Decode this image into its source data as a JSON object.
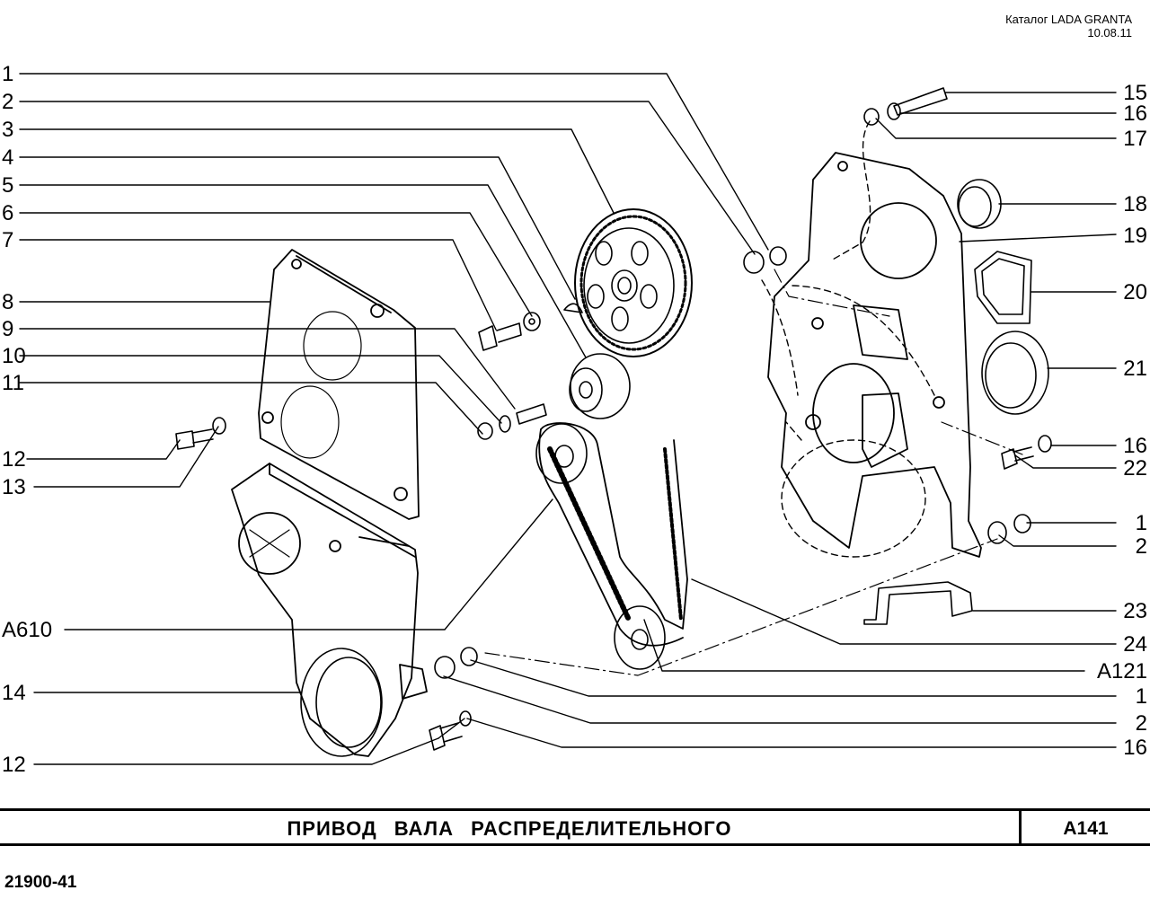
{
  "header": {
    "catalog": "Каталог LADA  GRANTA",
    "date": "10.08.11"
  },
  "callouts_left": [
    "1",
    "2",
    "3",
    "4",
    "5",
    "6",
    "7",
    "8",
    "9",
    "10",
    "11",
    "12",
    "13",
    "A610",
    "14",
    "12"
  ],
  "callouts_right": [
    "15",
    "16",
    "17",
    "18",
    "19",
    "20",
    "21",
    "16",
    "22",
    "1",
    "2",
    "23",
    "24",
    "A121",
    "1",
    "2",
    "16"
  ],
  "footer": {
    "title": "ПРИВОД   ВАЛА   РАСПРЕДЕЛИТЕЛЬНОГО",
    "code": "А141"
  },
  "doc_number": "21900-41"
}
